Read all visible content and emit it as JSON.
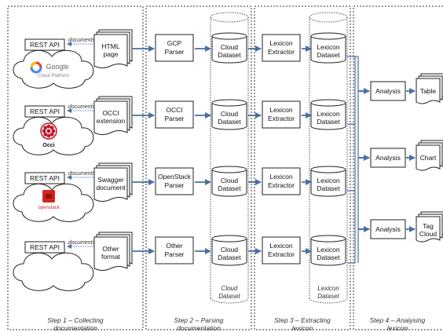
{
  "sources": [
    {
      "api": "REST API",
      "documents": "documents",
      "doc_line1": "HTML",
      "doc_line2": "page",
      "parser_line1": "GCP",
      "parser_line2": "Parser",
      "logo_name": "google-cloud-logo",
      "logo_line1": "Google",
      "logo_line2": "Cloud Platform"
    },
    {
      "api": "REST API",
      "documents": "documents",
      "doc_line1": "OCCI",
      "doc_line2": "extension",
      "parser_line1": "OCCI",
      "parser_line2": "Parser",
      "logo_name": "occi-logo",
      "logo_line1": "Occi",
      "logo_line2": ""
    },
    {
      "api": "REST API",
      "documents": "documents",
      "doc_line1": "Swagger",
      "doc_line2": "document",
      "parser_line1": "OpenStack",
      "parser_line2": "Parser",
      "logo_name": "openstack-logo",
      "logo_line1": "openstack",
      "logo_line2": ""
    },
    {
      "api": "REST API",
      "documents": "documents",
      "doc_line1": "Other",
      "doc_line2": "format",
      "parser_line1": "Other",
      "parser_line2": "Parser",
      "logo_name": "",
      "logo_line1": "",
      "logo_line2": ""
    }
  ],
  "cloud_dataset": {
    "line1": "Cloud",
    "line2": "Dataset"
  },
  "extractor": {
    "line1": "Lexicon",
    "line2": "Extractor"
  },
  "lexicon_dataset": {
    "line1": "Lexicon",
    "line2": "Dataset"
  },
  "cloud_dataset_note": {
    "line1": "Cloud",
    "line2": "Dataset"
  },
  "lexicon_dataset_note": {
    "line1": "Lexicon",
    "line2": "Dataset"
  },
  "analyses": [
    {
      "label": "Analysis",
      "out_line1": "Table",
      "out_line2": ""
    },
    {
      "label": "Analysis",
      "out_line1": "Chart",
      "out_line2": ""
    },
    {
      "label": "Analysis",
      "out_line1": "Tag",
      "out_line2": "Cloud"
    }
  ],
  "steps": [
    {
      "line1": "Step 1 – Collecting",
      "line2": "documentation"
    },
    {
      "line1": "Step 2 – Parsing",
      "line2": "documentation"
    },
    {
      "line1": "Step 3 – Extracting",
      "line2": "lexicon"
    },
    {
      "line1": "Step 4 – Analysing",
      "line2": "lexicon"
    }
  ],
  "colors": {
    "arrow": "#4a6fa5",
    "border": "#333333",
    "google_blue": "#4285f4",
    "occi_red": "#c0172b",
    "openstack_red": "#d3241f"
  }
}
